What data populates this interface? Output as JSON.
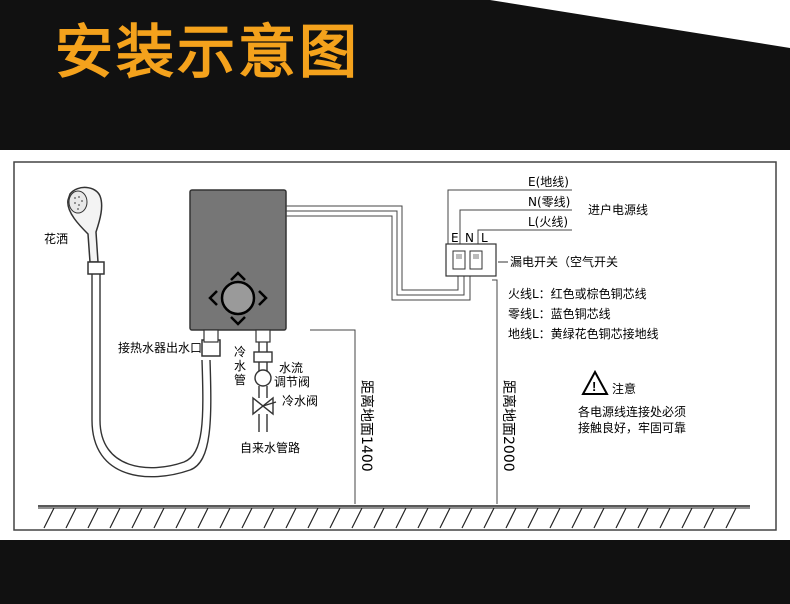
{
  "title": "安装示意图",
  "labels": {
    "shower_head": "花洒",
    "outlet": "接热水器出水口",
    "cold_pipe": [
      "冷",
      "水",
      "管"
    ],
    "flow_valve": [
      "水流",
      "调节阀"
    ],
    "cold_valve": "冷水阀",
    "tap_pipe": "自来水管路",
    "height_1400": "距离地面1400",
    "height_2000": "距离地面2000",
    "wire_e": "E(地线)",
    "wire_n": "N(零线)",
    "wire_l": "L(火线)",
    "power_in": "进户电源线",
    "terminal_e": "E",
    "terminal_n": "N",
    "terminal_l": "L",
    "breaker": "漏电开关（空气开关",
    "spec_live": "火线L：红色或棕色铜芯线",
    "spec_neutral": "零线L：蓝色铜芯线",
    "spec_ground": "地线L：黄绿花色铜芯接地线",
    "warning_icon_label": "!",
    "notice_title": "注意",
    "notice_line1": "各电源线连接处必须",
    "notice_line2": "接触良好，牢固可靠"
  },
  "icons": [
    "shower-head-icon",
    "water-heater-icon",
    "warning-icon",
    "valve-icon"
  ],
  "colors": {
    "title": "#f4a21c",
    "band": "#111111",
    "heater": "#767676"
  }
}
